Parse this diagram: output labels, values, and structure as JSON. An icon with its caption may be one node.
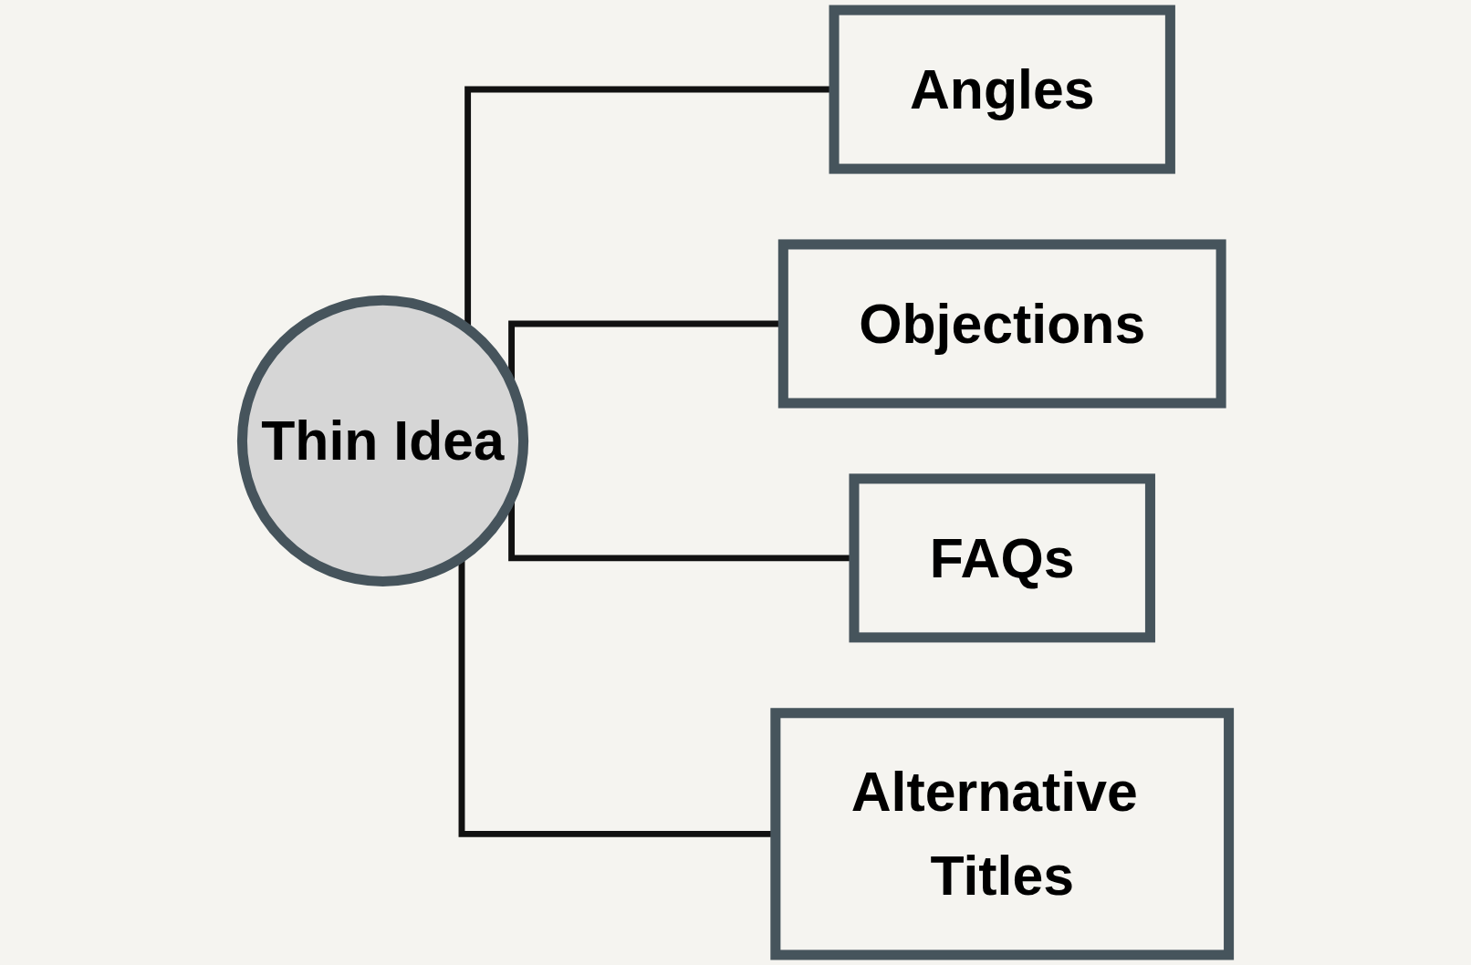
{
  "diagram": {
    "nodes": [
      {
        "text": [
          "Thin Idea"
        ]
      },
      {
        "text": [
          "Angles"
        ]
      },
      {
        "text": [
          "Objections"
        ]
      },
      {
        "text": [
          "FAQs"
        ]
      },
      {
        "text": [
          "Alternative Titles"
        ]
      }
    ],
    "edges": [
      {
        "from": 0,
        "to": 1,
        "arrow": "none"
      },
      {
        "from": 0,
        "to": 2,
        "arrow": "none"
      },
      {
        "from": 0,
        "to": 3,
        "arrow": "none"
      },
      {
        "from": 0,
        "to": 4,
        "arrow": "none"
      }
    ]
  }
}
